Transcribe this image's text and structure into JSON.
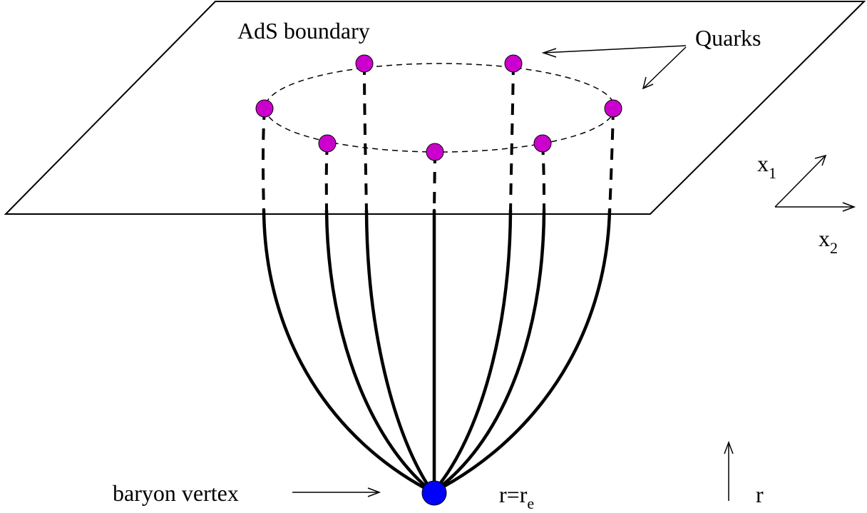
{
  "labels": {
    "boundary": "AdS boundary",
    "quarks": "Quarks",
    "vertex": "baryon vertex",
    "r_eq": "r=r",
    "r_eq_sub": "e",
    "x1": "x",
    "x1_sub": "1",
    "x2": "x",
    "x2_sub": "2",
    "r_axis": "r"
  },
  "colors": {
    "quark": "#cc00cc",
    "vertex": "#0000ff",
    "line": "#000000"
  }
}
